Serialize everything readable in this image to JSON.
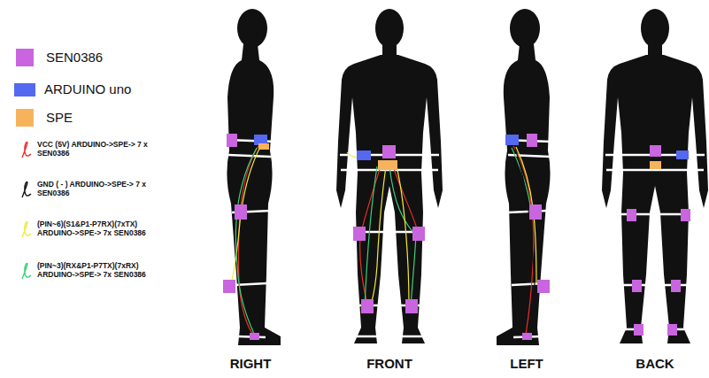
{
  "diagram": {
    "labels": [
      "RIGHT",
      "FRONT",
      "LEFT",
      "BACK"
    ],
    "legend": [
      {
        "text": "SEN0386",
        "color": "#c965de"
      },
      {
        "text": "ARDUINO uno",
        "color": "#5468f0"
      },
      {
        "text": "SPE",
        "color": "#f6b35c"
      },
      {
        "text": "VCC (5V) ARDUINO->SPE-> 7 x SEN0386"
      },
      {
        "text": "GND ( - ) ARDUINO->SPE-> 7 x SEN0386"
      },
      {
        "text": "(PIN~6)(S1&P1-P7RX)(7xTX) ARDUINO->SPE-> 7x SEN0386"
      },
      {
        "text": "(PIN~3)(RX&P1-P7TX)(7xRX) ARDUINO->SPE-> 7x SEN0386"
      }
    ]
  }
}
